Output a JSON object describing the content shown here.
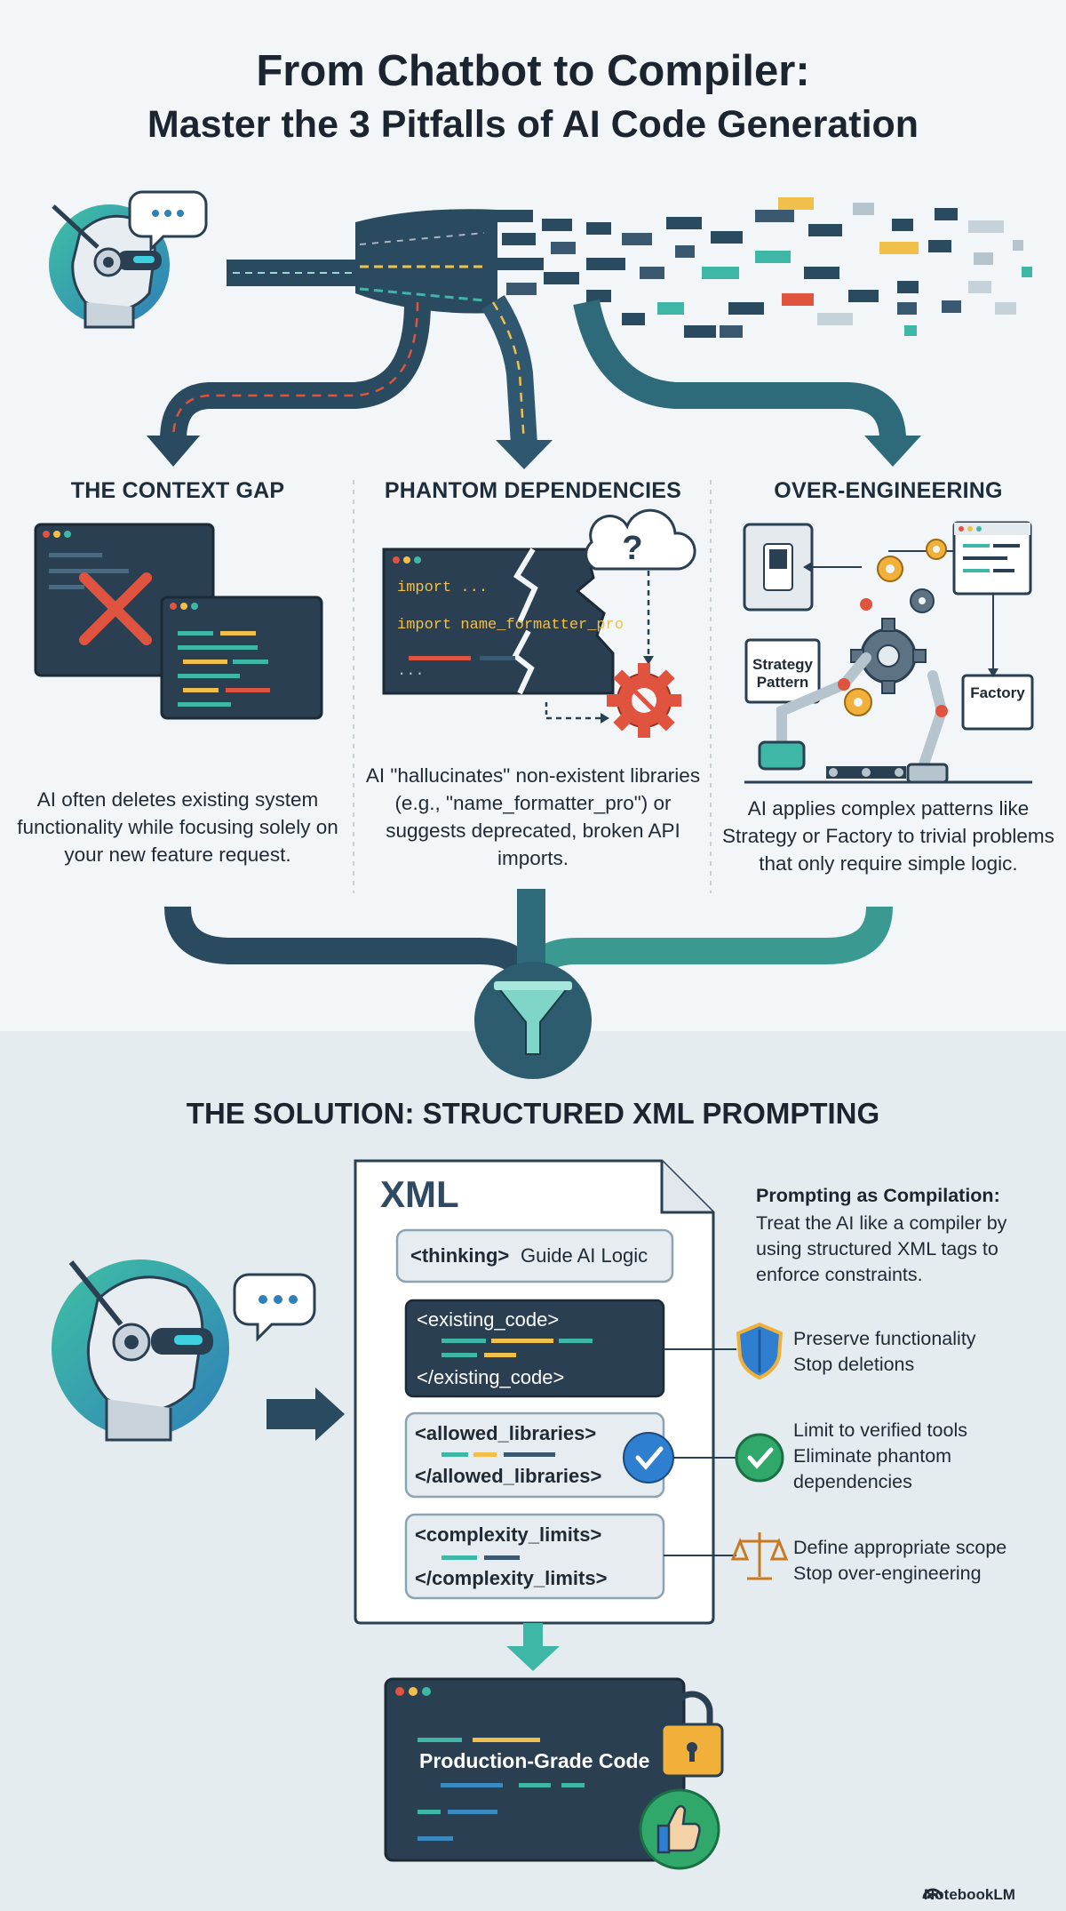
{
  "header": {
    "title_line1": "From Chatbot to Compiler:",
    "title_line2": "Master the 3 Pitfalls of AI Code Generation"
  },
  "pitfalls": [
    {
      "title": "THE CONTEXT GAP",
      "description": "AI often deletes existing system functionality while focusing solely on your new feature request."
    },
    {
      "title": "PHANTOM DEPENDENCIES",
      "description": "AI \"hallucinates\" non-existent libraries (e.g., \"name_formatter_pro\") or suggests deprecated, broken API imports.",
      "code_lines": [
        "import ...",
        "import name_formatter_pro",
        "..."
      ],
      "mark": "?"
    },
    {
      "title": "OVER-ENGINEERING",
      "description": "AI applies complex patterns like Strategy or Factory to trivial problems that only require simple logic.",
      "labels": [
        "Strategy Pattern",
        "Factory"
      ]
    }
  ],
  "solution": {
    "title": "THE SOLUTION: STRUCTURED XML PROMPTING",
    "doc_label": "XML",
    "tags": {
      "thinking_tag": "<thinking>",
      "thinking_text": "Guide AI Logic",
      "existing_open": "<existing_code>",
      "existing_close": "</existing_code>",
      "allowed_open": "<allowed_libraries>",
      "allowed_close": "</allowed_libraries>",
      "complexity_open": "<complexity_limits>",
      "complexity_close": "</complexity_limits>"
    },
    "side_title": "Prompting as Compilation:",
    "side_desc": "Treat the AI like a compiler by using structured XML tags to enforce constraints.",
    "benefits": [
      {
        "icon": "shield-icon",
        "line1": "Preserve functionality",
        "line2": "Stop deletions"
      },
      {
        "icon": "check-badge-icon",
        "line1": "Limit to verified tools",
        "line2": "Eliminate phantom dependencies"
      },
      {
        "icon": "scales-icon",
        "line1": "Define appropriate scope",
        "line2": "Stop over-engineering"
      }
    ],
    "output_label": "Production-Grade Code"
  },
  "brand": "NotebookLM",
  "colors": {
    "navy": "#2a3f52",
    "slate": "#3a5870",
    "teal": "#3fb7a6",
    "red": "#e0543f",
    "yellow": "#f0c04a",
    "lightbg": "#f3f6f8",
    "solutionbg": "#e4ecef"
  }
}
